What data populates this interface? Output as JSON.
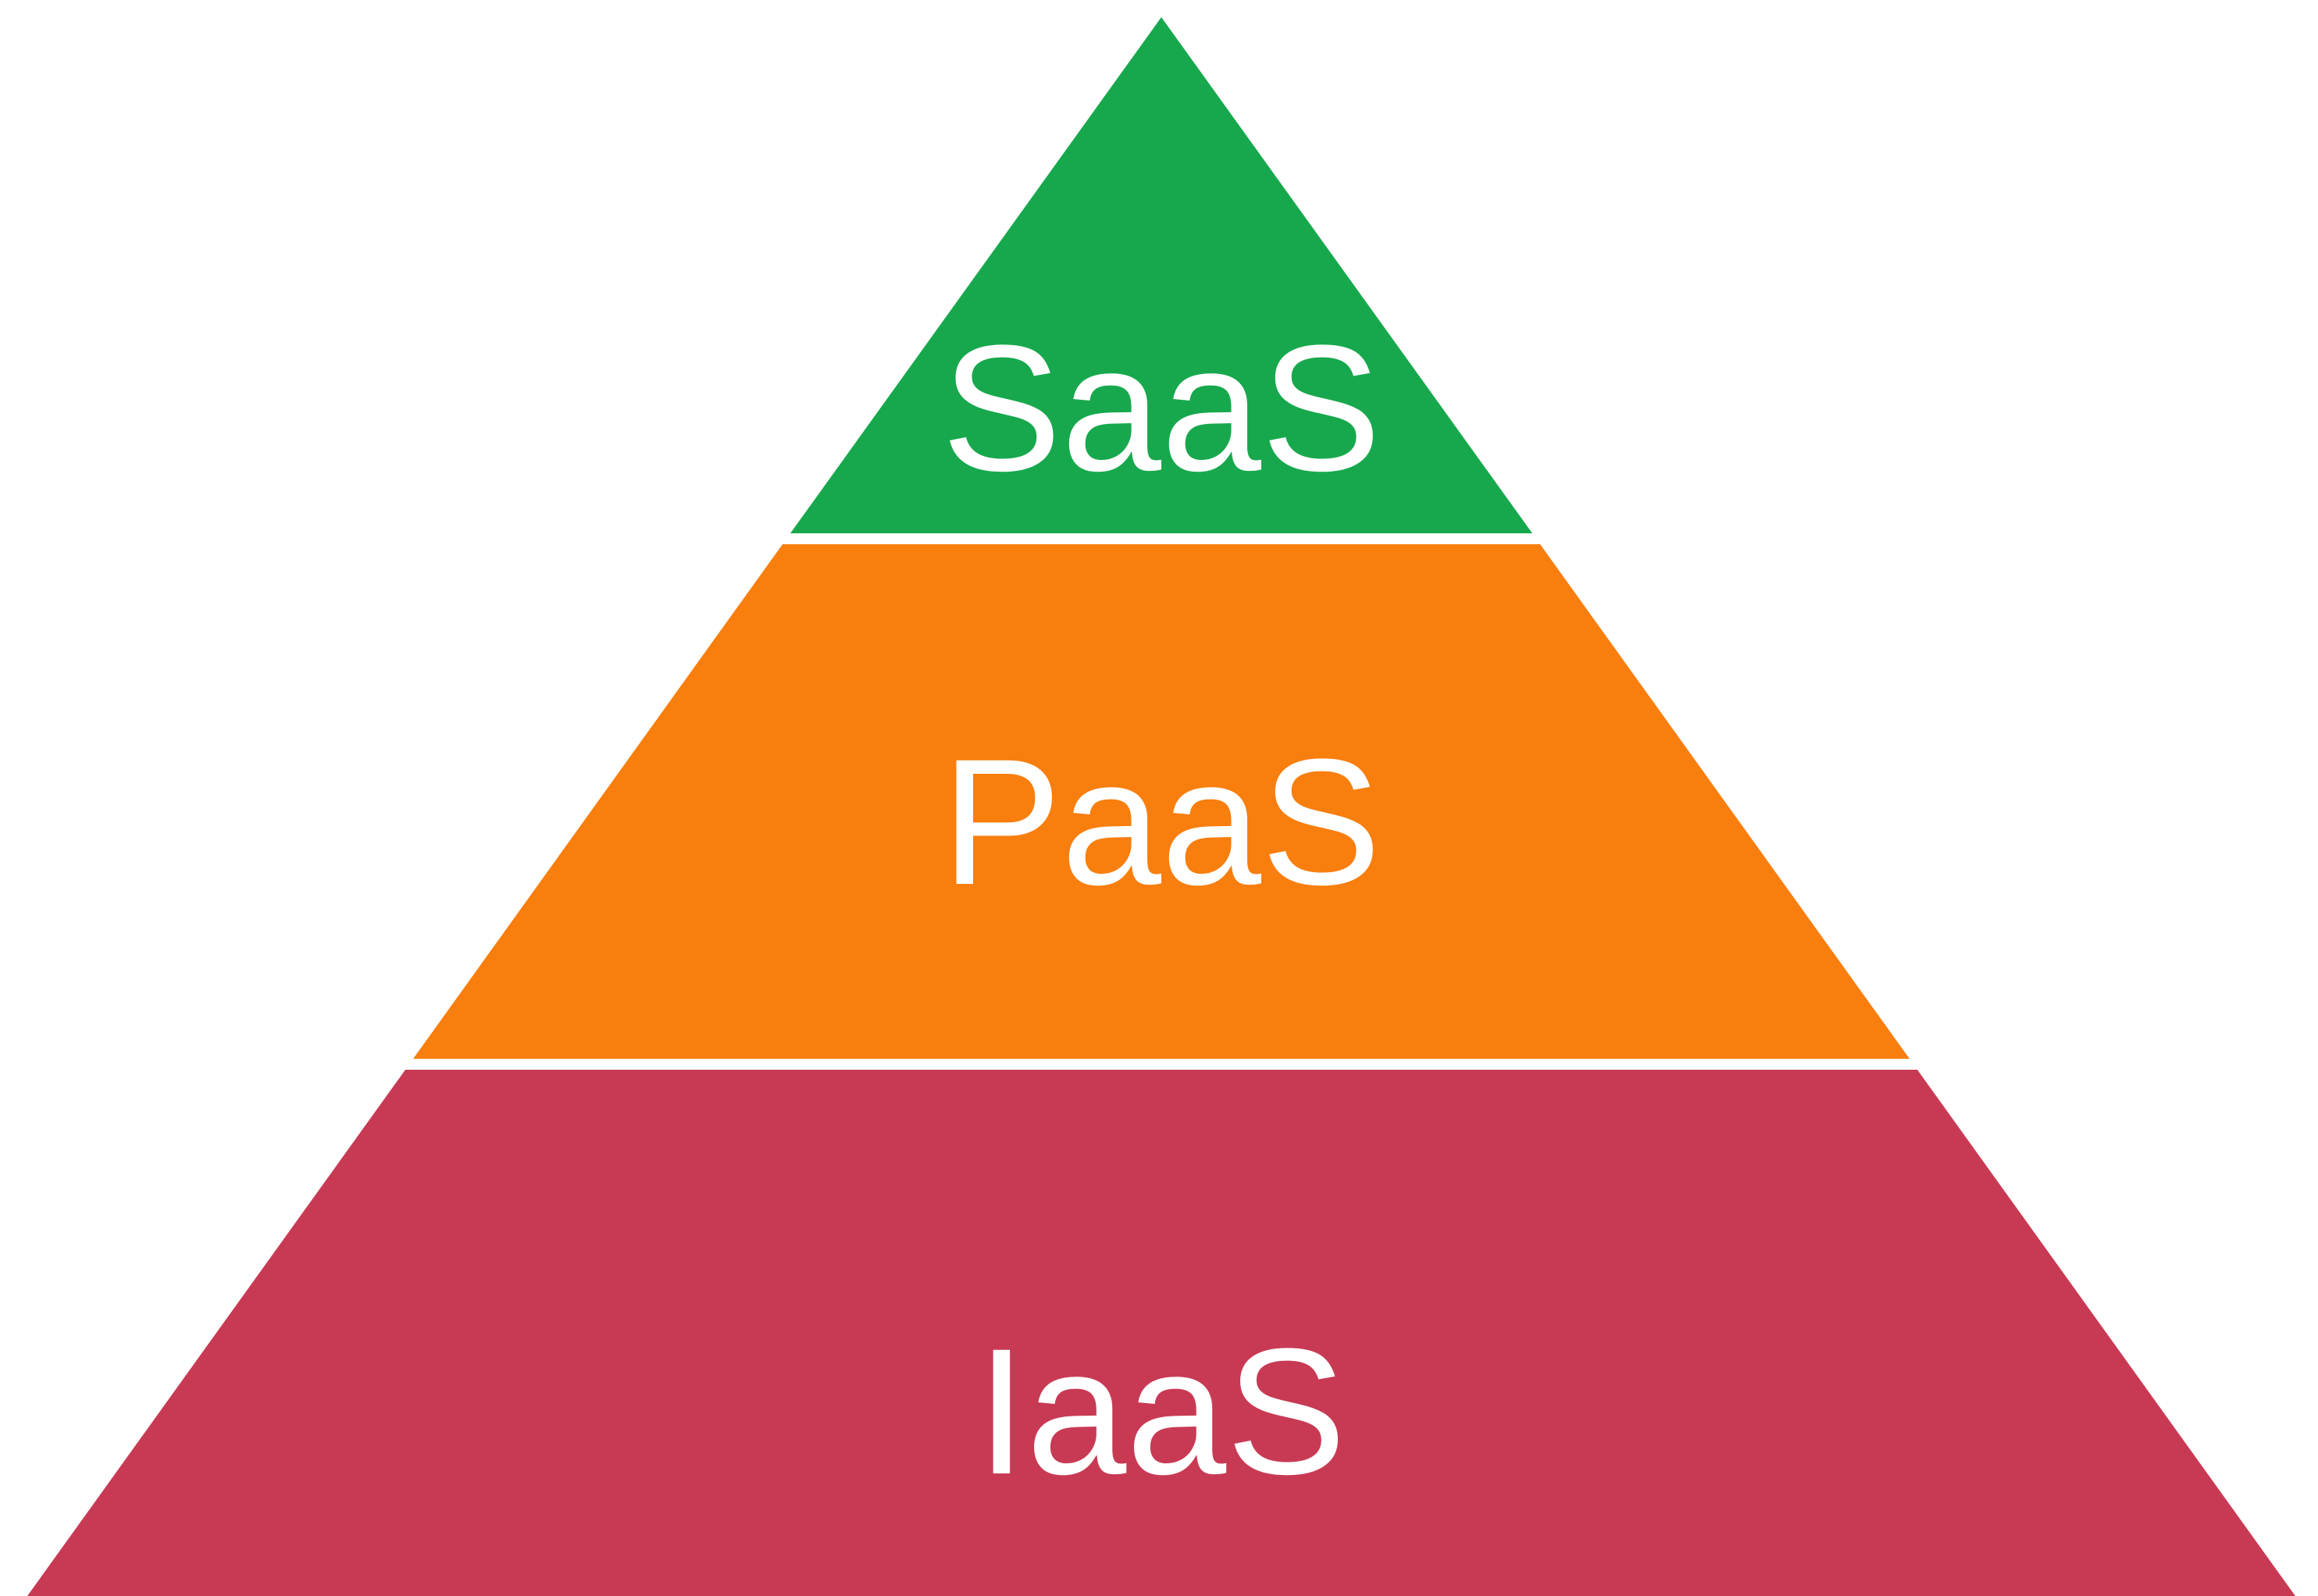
{
  "diagram": {
    "type": "pyramid",
    "background": "#FFFFFF",
    "label_color": "#FFFFFF",
    "layers": [
      {
        "label": "SaaS",
        "color": "#17A84D"
      },
      {
        "label": "PaaS",
        "color": "#F87E0E"
      },
      {
        "label": "IaaS",
        "color": "#C83A54"
      }
    ]
  }
}
